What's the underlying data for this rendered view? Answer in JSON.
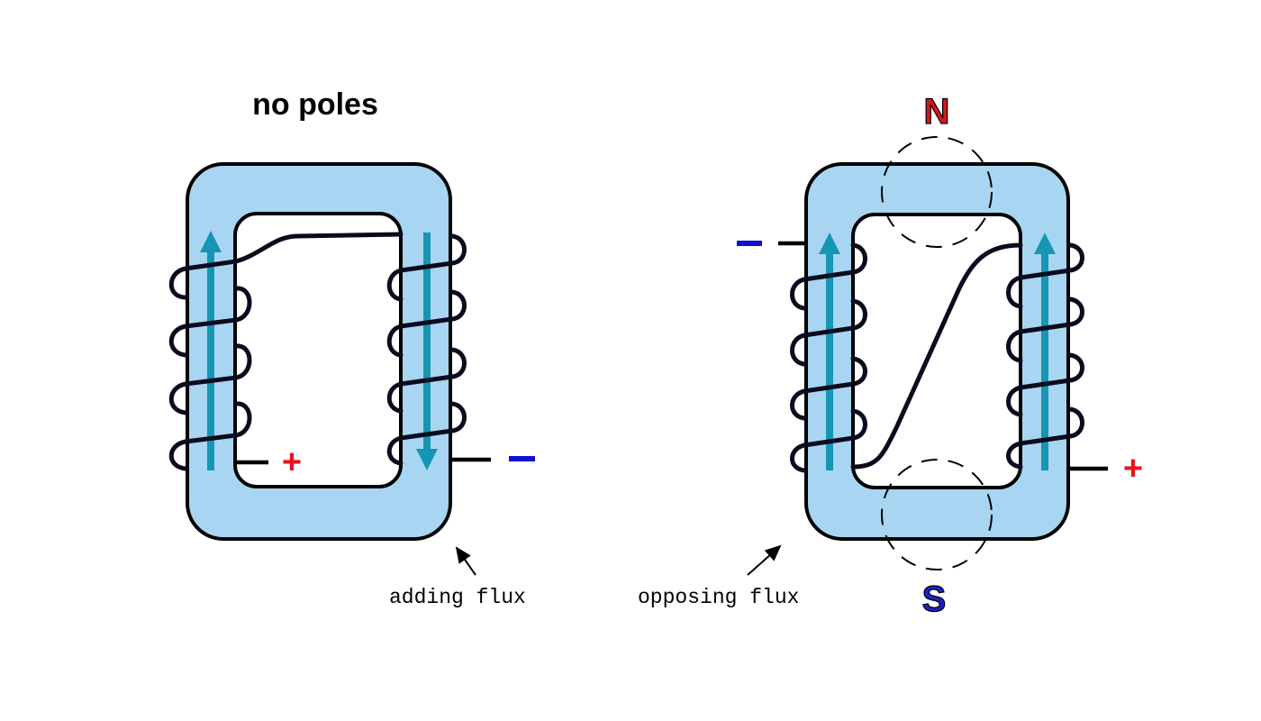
{
  "left_diagram": {
    "title": "no poles",
    "caption": "adding flux",
    "polarity_left": "+",
    "polarity_right": "–",
    "flux_left_direction": "up",
    "flux_right_direction": "down"
  },
  "right_diagram": {
    "pole_top": "N",
    "pole_bottom": "S",
    "caption": "opposing flux",
    "polarity_left": "–",
    "polarity_right": "+",
    "flux_left_direction": "up",
    "flux_right_direction": "up"
  },
  "colors": {
    "core": "#a8d6f2",
    "flux_arrow": "#1596b4",
    "positive": "#e8141a",
    "negative": "#1010d8",
    "north": "#d4161c",
    "south": "#1a22c8"
  }
}
